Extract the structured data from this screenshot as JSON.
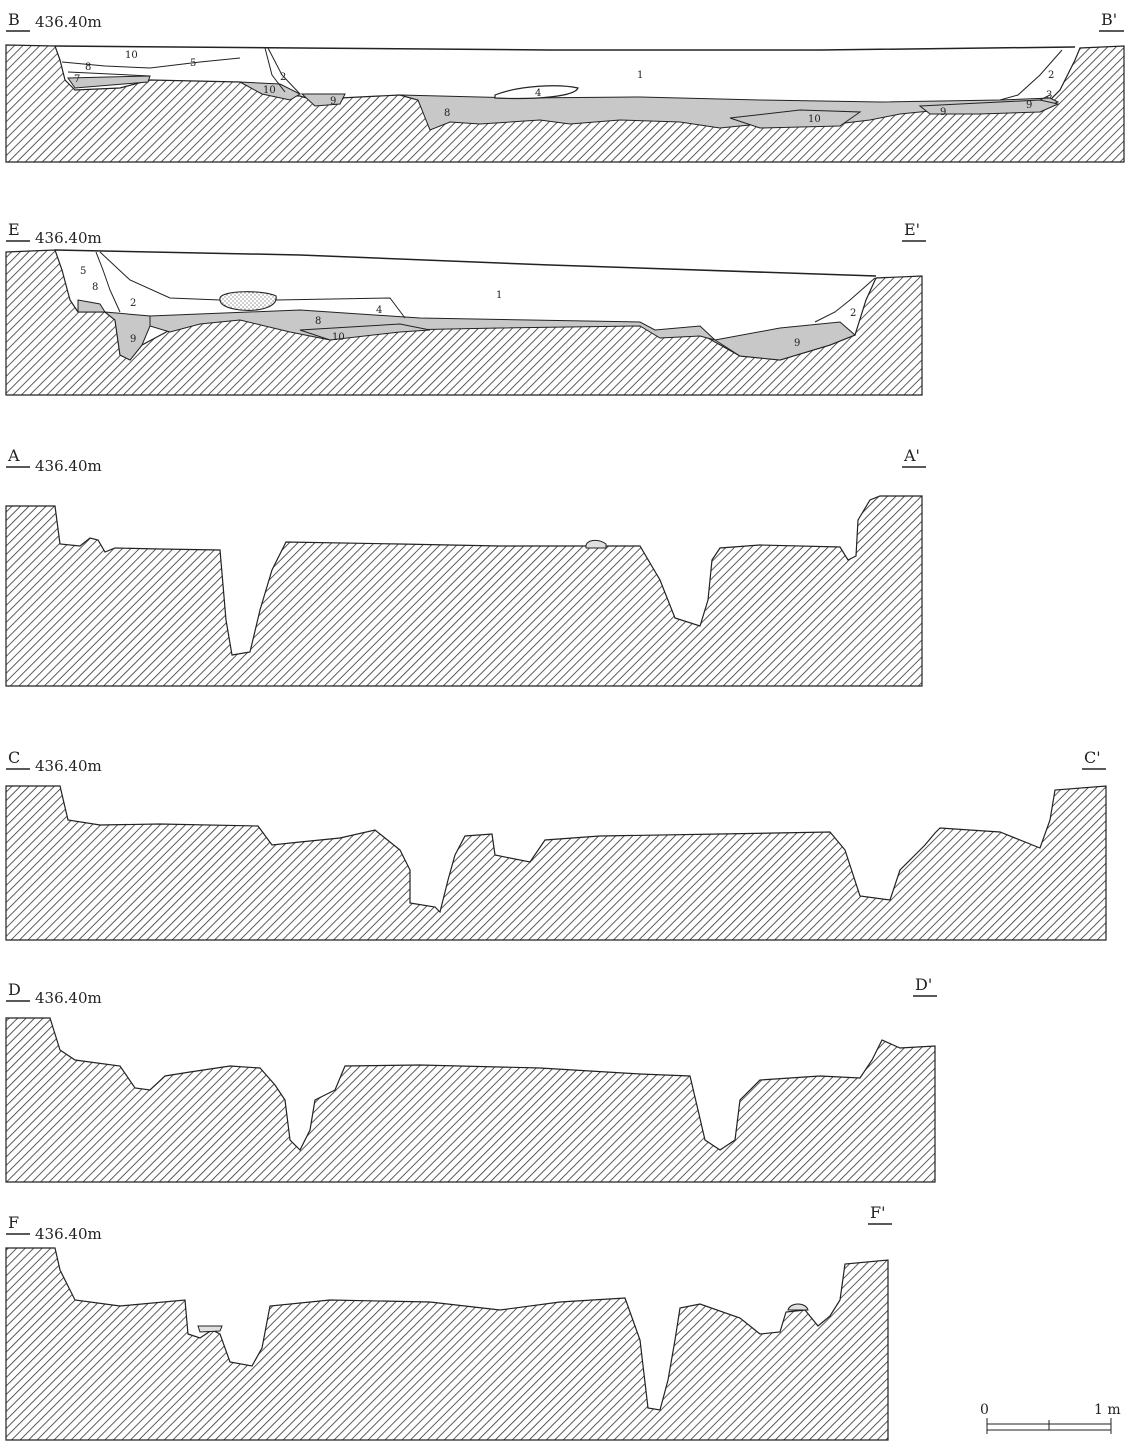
{
  "sections": [
    {
      "id": "B",
      "label": "B",
      "end_label": "B'",
      "elevation": "436.40m"
    },
    {
      "id": "E",
      "label": "E",
      "end_label": "E'",
      "elevation": "436.40m"
    },
    {
      "id": "A",
      "label": "A",
      "end_label": "A'",
      "elevation": "436.40m"
    },
    {
      "id": "C",
      "label": "C",
      "end_label": "C'",
      "elevation": "436.40m"
    },
    {
      "id": "D",
      "label": "D",
      "end_label": "D'",
      "elevation": "436.40m"
    },
    {
      "id": "F",
      "label": "F",
      "end_label": "F'",
      "elevation": "436.40m"
    }
  ],
  "layers_B": [
    "10",
    "8",
    "7",
    "5",
    "2",
    "1",
    "4",
    "10",
    "9",
    "8",
    "10",
    "9",
    "2",
    "3",
    "9"
  ],
  "layers_E": [
    "5",
    "8",
    "2",
    "4",
    "8",
    "1",
    "10",
    "9",
    "2",
    "9"
  ],
  "scale": {
    "zero": "0",
    "one": "1 m"
  },
  "colors": {
    "line": "#222222",
    "hatch": "#333333",
    "fill_layer": "#c8c8c8"
  }
}
